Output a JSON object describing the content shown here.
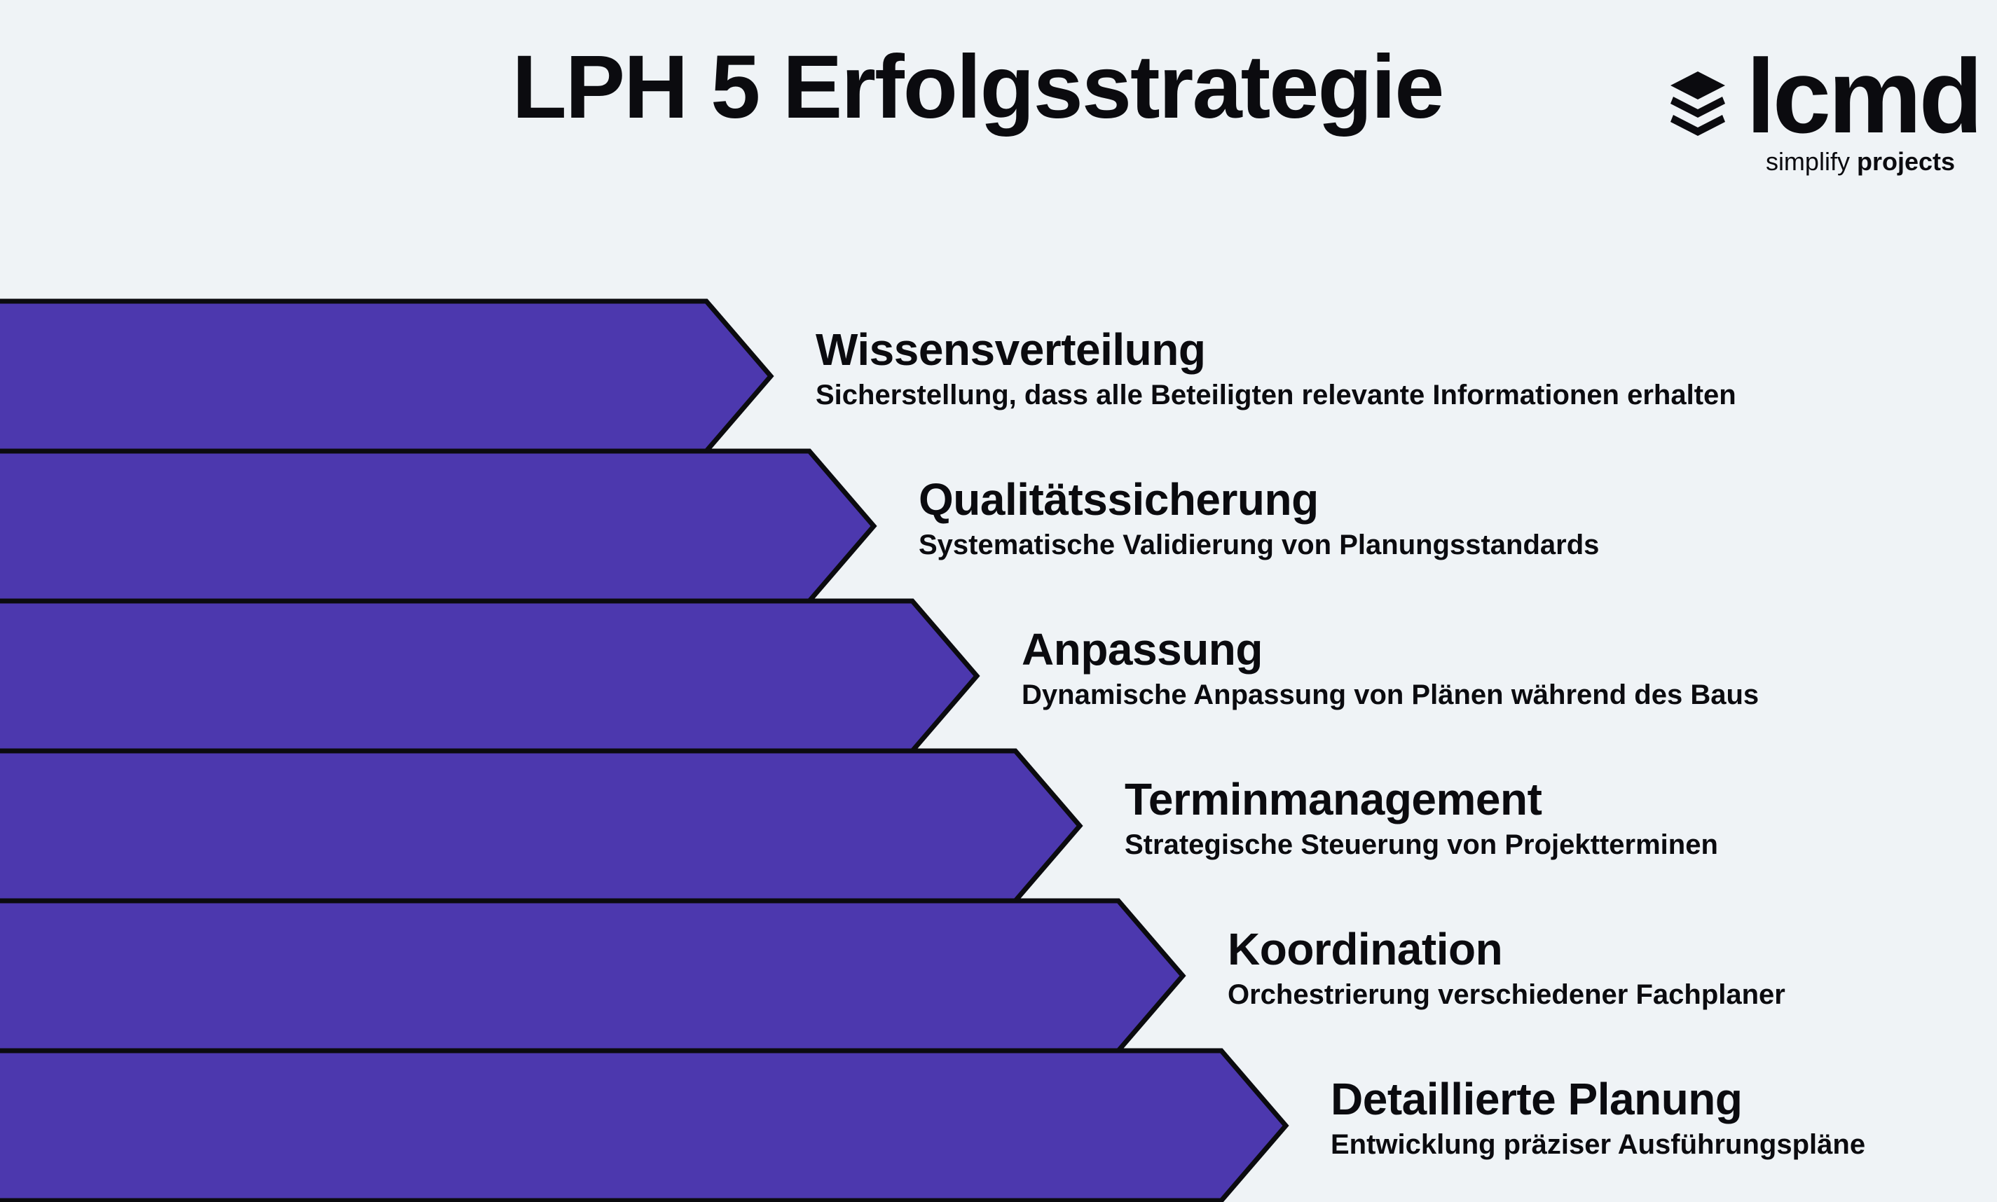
{
  "title": "LPH 5 Erfolgsstrategie",
  "logo": {
    "wordmark": "lcmd",
    "tagline_prefix": "simplify ",
    "tagline_bold": "projects",
    "icon": "stacked-layers-icon"
  },
  "colors": {
    "step_fill": "#4c38ae",
    "step_stroke": "#0b0b0f",
    "background": "#eff3f6"
  },
  "steps": [
    {
      "title": "Wissensverteilung",
      "description": "Sicherstellung, dass alle Beteiligten relevante Informationen erhalten"
    },
    {
      "title": "Qualitätssicherung",
      "description": "Systematische Validierung von Planungsstandards"
    },
    {
      "title": "Anpassung",
      "description": "Dynamische Anpassung von Plänen während des Baus"
    },
    {
      "title": "Terminmanagement",
      "description": "Strategische Steuerung von Projektterminen"
    },
    {
      "title": "Koordination",
      "description": "Orchestrierung verschiedener Fachplaner"
    },
    {
      "title": "Detaillierte Planung",
      "description": "Entwicklung präziser Ausführungspläne"
    }
  ]
}
